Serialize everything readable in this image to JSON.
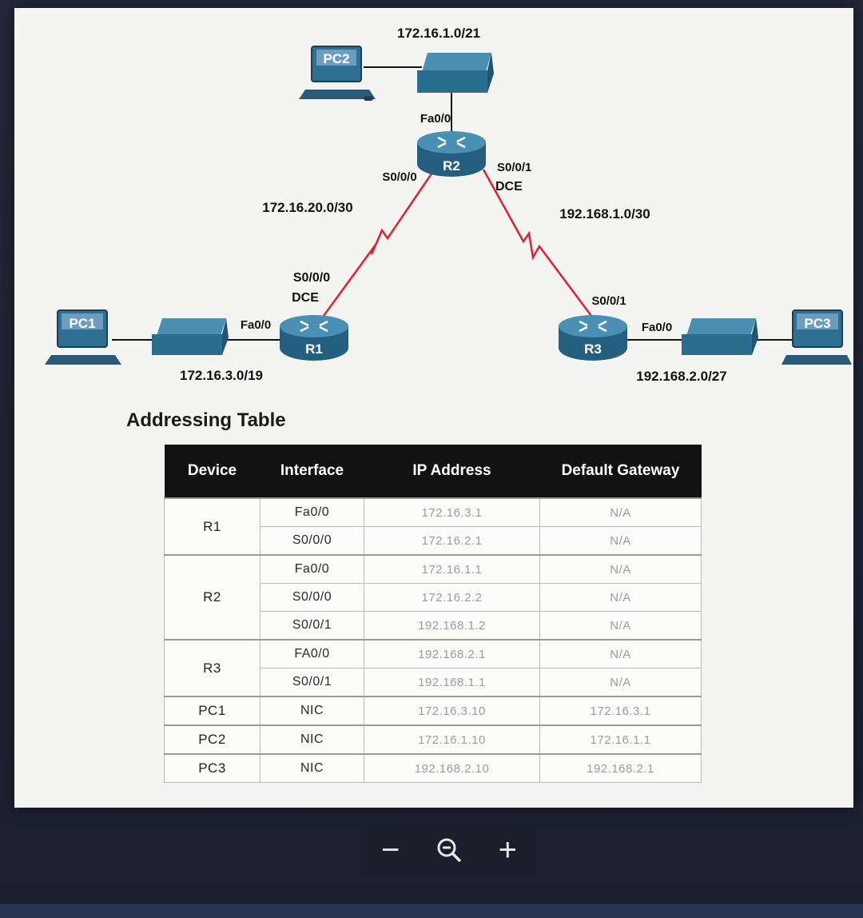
{
  "topology": {
    "networks": {
      "r2_lan": "172.16.1.0/21",
      "r1_r2": "172.16.20.0/30",
      "r2_r3": "192.168.1.0/30",
      "r1_lan": "172.16.3.0/19",
      "r3_lan": "192.168.2.0/27"
    },
    "devices": {
      "pc1": "PC1",
      "pc2": "PC2",
      "pc3": "PC3",
      "r1": "R1",
      "r2": "R2",
      "r3": "R3"
    },
    "interfaces": {
      "r2_fa": "Fa0/0",
      "r2_s000": "S0/0/0",
      "r2_s001": "S0/0/1",
      "r2_dce": "DCE",
      "r1_s000": "S0/0/0",
      "r1_dce": "DCE",
      "r1_fa": "Fa0/0",
      "r3_s001": "S0/0/1",
      "r3_fa": "Fa0/0"
    },
    "colors": {
      "serial_link": "#e0202a",
      "device_blue": "#2a6d8f",
      "pc_label_bg": "#5b8db3"
    }
  },
  "table": {
    "title": "Addressing Table",
    "headers": {
      "device": "Device",
      "interface": "Interface",
      "ip": "IP Address",
      "gateway": "Default Gateway"
    },
    "rows": [
      {
        "device": "R1",
        "interface": "Fa0/0",
        "ip": "172.16.3.1",
        "gateway": "N/A"
      },
      {
        "device": "",
        "interface": "S0/0/0",
        "ip": "172.16.2.1",
        "gateway": "N/A"
      },
      {
        "device": "R2",
        "interface": "Fa0/0",
        "ip": "172.16.1.1",
        "gateway": "N/A"
      },
      {
        "device": "",
        "interface": "S0/0/0",
        "ip": "172.16.2.2",
        "gateway": "N/A"
      },
      {
        "device": "",
        "interface": "S0/0/1",
        "ip": "192.168.1.2",
        "gateway": "N/A"
      },
      {
        "device": "R3",
        "interface": "FA0/0",
        "ip": "192.168.2.1",
        "gateway": "N/A"
      },
      {
        "device": "",
        "interface": "S0/0/1",
        "ip": "192.168.1.1",
        "gateway": "N/A"
      },
      {
        "device": "PC1",
        "interface": "NIC",
        "ip": "172.16.3.10",
        "gateway": "172.16.3.1"
      },
      {
        "device": "PC2",
        "interface": "NIC",
        "ip": "172.16.1.10",
        "gateway": "172.16.1.1"
      },
      {
        "device": "PC3",
        "interface": "NIC",
        "ip": "192.168.2.10",
        "gateway": "192.168.2.1"
      }
    ]
  },
  "zoom": {
    "minus": "−",
    "zoom_icon": "zoom-magnifier-icon",
    "plus": "+"
  }
}
